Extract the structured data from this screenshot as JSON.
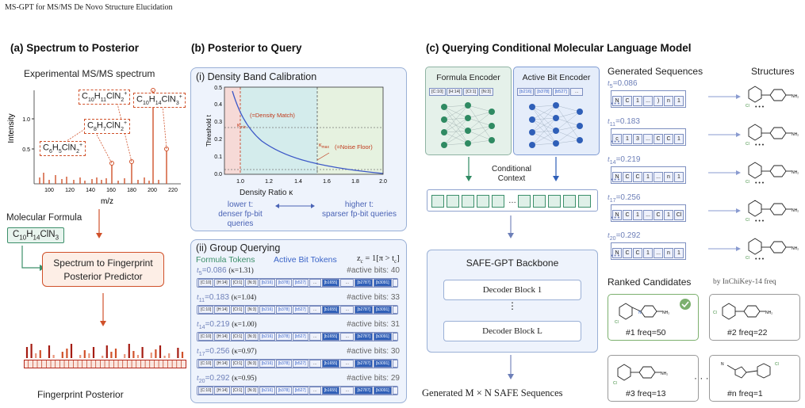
{
  "page_header": "MS-GPT for MS/MS De Novo Structure Elucidation",
  "panel_a": {
    "title": "(a)  Spectrum to Posterior",
    "spectrum_title": "Experimental MS/MS spectrum",
    "ylabel": "Intensity",
    "xlabel": "m/z",
    "yticks": [
      "0.5",
      "1.0"
    ],
    "xticks": [
      "100",
      "120",
      "140",
      "160",
      "180",
      "200",
      "220"
    ],
    "fragments": [
      {
        "text": "C10H11ClN2+",
        "main": "C",
        "s1": "10",
        "m1": "H",
        "s2": "11",
        "m2": "ClN",
        "s3": "2",
        "sup": "+"
      },
      {
        "text": "C10H14ClN3+",
        "main": "C",
        "s1": "10",
        "m1": "H",
        "s2": "14",
        "m2": "ClN",
        "s3": "3",
        "sup": "+"
      },
      {
        "text": "C8H7ClN2+",
        "main": "C",
        "s1": "8",
        "m1": "H",
        "s2": "7",
        "m2": "ClN",
        "s3": "2",
        "sup": "+"
      },
      {
        "text": "C6H5ClN2+",
        "main": "C",
        "s1": "6",
        "m1": "H",
        "s2": "5",
        "m2": "ClN",
        "s3": "2",
        "sup": "+"
      }
    ],
    "formula_label": "Molecular Formula",
    "formula": {
      "main": "C",
      "s1": "10",
      "m1": "H",
      "s2": "14",
      "m2": "ClN",
      "s3": "3"
    },
    "predictor_line1": "Spectrum to Fingerprint",
    "predictor_line2": "Posterior Predictor",
    "posterior_label": "Fingerprint Posterior"
  },
  "panel_b": {
    "title": "(b)  Posterior to Query",
    "calib_title": "(i) Density Band Calibration",
    "ylabel": "Threshold t",
    "xlabel": "Density Ratio κ",
    "yticks": [
      "0.0",
      "0.1",
      "0.2",
      "0.3",
      "0.4",
      "0.5"
    ],
    "xticks": [
      "1.0",
      "1.2",
      "1.4",
      "1.6",
      "1.8",
      "2.0"
    ],
    "kmin_label": "(=Density Match)",
    "kmax_label": "(=Noise Floor)",
    "kmin_sym": "κ",
    "kmin_sub": "min",
    "kmax_sym": "κ",
    "kmax_sub": "max",
    "lower_t": "lower t:",
    "lower_desc": "denser fp-bit queries",
    "higher_t": "higher t:",
    "higher_desc": "sparser fp-bit queries",
    "group_title": "(ii) Group Querying",
    "formula_tokens": "Formula Tokens",
    "active_bit_tokens": "Active Bit Tokens",
    "z_def": "z",
    "z_def_sub": "c",
    "z_def_rest": " = 1[π > t",
    "z_def_sub2": "c",
    "z_def_end": "]",
    "queries": [
      {
        "t_sub": "5",
        "t": "=0.086",
        "kappa": "(κ=1.31)",
        "active": "#active bits: 40"
      },
      {
        "t_sub": "11",
        "t": "=0.183",
        "kappa": "(κ=1.04)",
        "active": "#active bits: 33"
      },
      {
        "t_sub": "14",
        "t": "=0.219",
        "kappa": "(κ=1.00)",
        "active": "#active bits: 31"
      },
      {
        "t_sub": "17",
        "t": "=0.256",
        "kappa": "(κ=0.97)",
        "active": "#active bits: 30"
      },
      {
        "t_sub": "20",
        "t": "=0.292",
        "kappa": "(κ=0.95)",
        "active": "#active bits: 29"
      }
    ],
    "row_tokens": [
      "[C:10]",
      "[H:14]",
      "[Cl:1]",
      "[N:3]",
      "[b216]",
      "[b378]",
      "[b527]",
      "[b1655]",
      "[b2787]",
      "[b3091]"
    ]
  },
  "panel_c": {
    "title": "(c)  Querying Conditional Molecular Language Model",
    "formula_encoder": "Formula Encoder",
    "active_bit_encoder": "Active Bit Encoder",
    "formula_tokens": [
      "[C:10]",
      "[H:14]",
      "[Cl:1]",
      "[N:3]"
    ],
    "bit_tokens": [
      "[b216]",
      "[b378]",
      "[b527]",
      "..."
    ],
    "context_line1": "Conditional",
    "context_line2": "Context",
    "backbone": "SAFE-GPT Backbone",
    "block1": "Decoder Block 1",
    "blockL": "Decoder Block L",
    "vdots": "⋮",
    "output": "Generated M × N SAFE Sequences",
    "gen_title": "Generated Sequences",
    "struct_title": "Structures",
    "gen_rows": [
      {
        "t_sub": "5",
        "t": "=0.086",
        "tokens": [
          "N",
          "C",
          "1",
          "...",
          ")",
          "n",
          "1"
        ]
      },
      {
        "t_sub": "11",
        "t": "=0.183",
        "tokens": [
          "c",
          "1",
          "3",
          "...",
          "C",
          "C",
          "1"
        ]
      },
      {
        "t_sub": "14",
        "t": "=0.219",
        "tokens": [
          "N",
          "C",
          "C",
          "1",
          "...",
          "n",
          "1"
        ]
      },
      {
        "t_sub": "17",
        "t": "=0.256",
        "tokens": [
          "N",
          "C",
          "1",
          "...",
          "C",
          "1",
          "Cl"
        ]
      },
      {
        "t_sub": "20",
        "t": "=0.292",
        "tokens": [
          "N",
          "C",
          "C",
          "1",
          "...",
          "n",
          "1"
        ]
      }
    ],
    "dots": "• • •",
    "struct_dots": "• • •",
    "ranked_title": "Ranked Candidates",
    "ranked_sub": "by InChiKey-14 freq",
    "candidates": [
      {
        "label": "#1  freq=50"
      },
      {
        "label": "#2  freq=22"
      },
      {
        "label": "#3  freq=13"
      },
      {
        "label": "#n  freq=1"
      }
    ],
    "cand_ellipsis": "· · ·"
  },
  "colors": {
    "accent_red": "#c0391b",
    "panel_blue": "#eef3fc",
    "green": "#3c8f6a",
    "blue": "#2f5fb8"
  }
}
